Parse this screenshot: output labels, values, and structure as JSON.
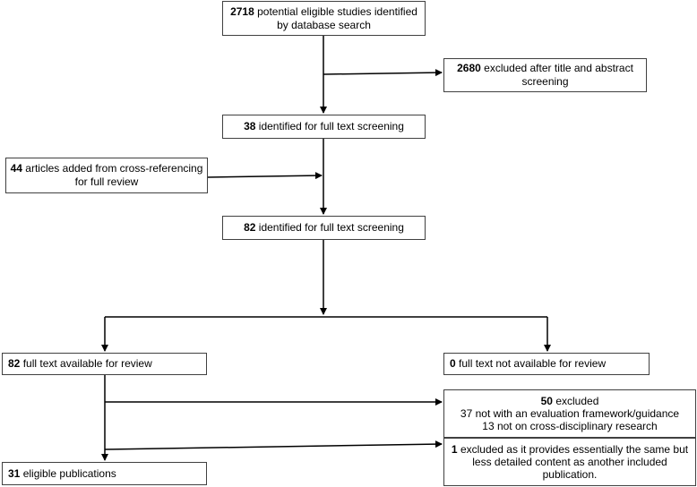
{
  "boxes": {
    "search": {
      "count": "2718",
      "text": "potential eligible studies identified",
      "text2": "by database search"
    },
    "excluded_title": {
      "count": "2680",
      "text": "excluded after title and abstract",
      "text2": "screening"
    },
    "identified_38": {
      "count": "38",
      "text": "identified for full text screening"
    },
    "cross_ref": {
      "count": "44",
      "text": "articles added from cross-referencing",
      "text2": "for full review"
    },
    "identified_82": {
      "count": "82",
      "text": "identified for full text screening"
    },
    "available": {
      "count": "82",
      "text": "full text available for review"
    },
    "not_available": {
      "count": "0",
      "text": "full text not available for review"
    },
    "excluded_50": {
      "count": "50",
      "text": "excluded",
      "line2": "37 not with an evaluation framework/guidance",
      "line3": "13 not on cross-disciplinary research"
    },
    "excluded_1": {
      "count": "1",
      "text": "excluded as it provides essentially the same but",
      "text2": "less detailed content as another included",
      "text3": "publication."
    },
    "eligible": {
      "count": "31",
      "text": "eligible publications"
    }
  }
}
